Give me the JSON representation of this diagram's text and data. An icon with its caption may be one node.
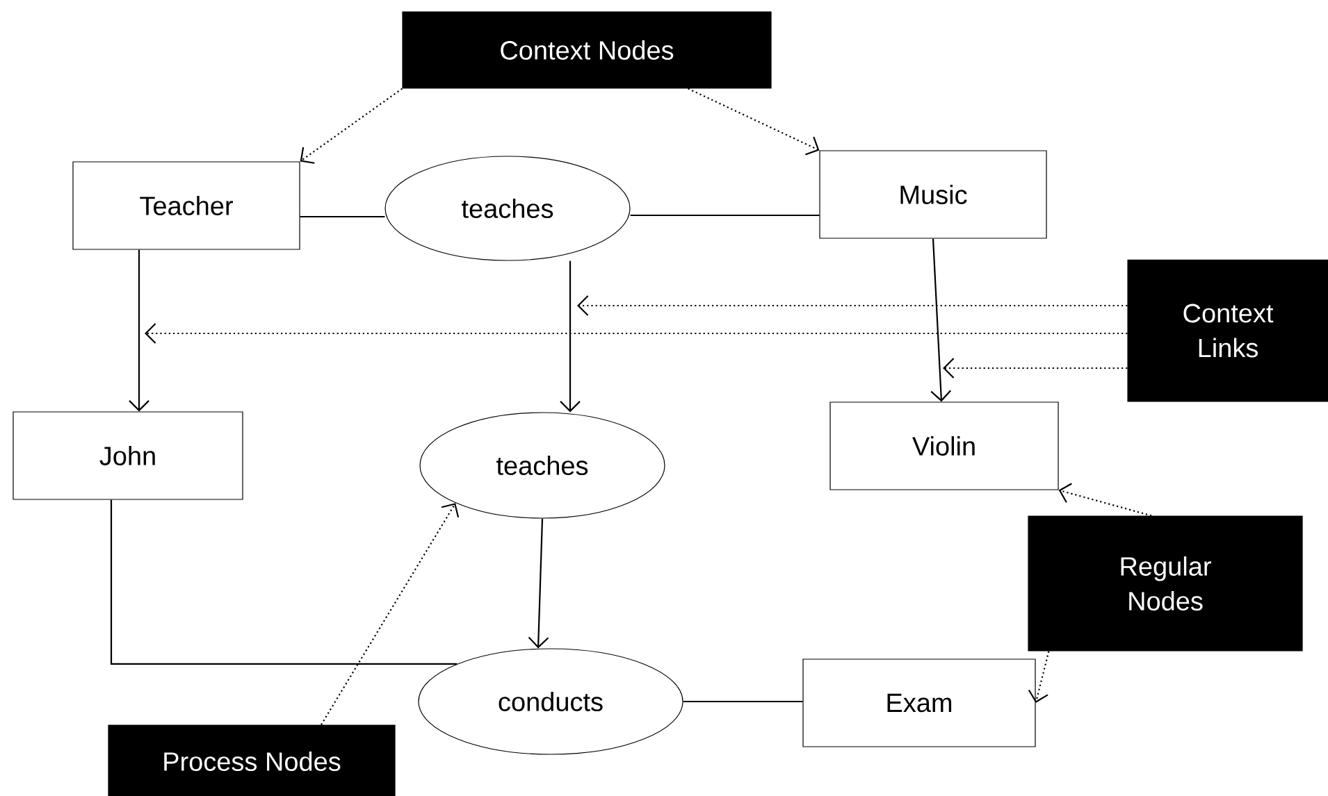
{
  "diagram": {
    "nodes": [
      {
        "text": [
          "Context Nodes"
        ]
      },
      {
        "text": [
          "Teacher"
        ]
      },
      {
        "text": [
          "teaches"
        ]
      },
      {
        "text": [
          "Music"
        ]
      },
      {
        "text": [
          "Context Links"
        ]
      },
      {
        "text": [
          "John"
        ]
      },
      {
        "text": [
          "teaches"
        ]
      },
      {
        "text": [
          "Violin"
        ]
      },
      {
        "text": [
          "Regular Nodes"
        ]
      },
      {
        "text": [
          "conducts"
        ]
      },
      {
        "text": [
          "Exam"
        ]
      },
      {
        "text": [
          "Process Nodes"
        ]
      }
    ],
    "edges": [
      {
        "from": 0,
        "to": 1,
        "arrow": "to",
        "style": "dashed"
      },
      {
        "from": 0,
        "to": 3,
        "arrow": "to",
        "style": "dashed"
      },
      {
        "from": 1,
        "to": 2,
        "arrow": "none"
      },
      {
        "from": 2,
        "to": 3,
        "arrow": "none"
      },
      {
        "from": 1,
        "to": 5,
        "arrow": "to"
      },
      {
        "from": 2,
        "to": 6,
        "arrow": "to"
      },
      {
        "from": 3,
        "to": 7,
        "arrow": "to"
      },
      {
        "from": 4,
        "to": null,
        "arrow": "to",
        "style": "dashed"
      },
      {
        "from": 4,
        "to": null,
        "arrow": "to",
        "style": "dashed"
      },
      {
        "from": 4,
        "to": null,
        "arrow": "to",
        "style": "dashed"
      },
      {
        "from": 6,
        "to": 9,
        "arrow": "to"
      },
      {
        "from": 5,
        "to": 9,
        "arrow": "none"
      },
      {
        "from": 9,
        "to": 10,
        "arrow": "none"
      },
      {
        "from": 11,
        "to": 6,
        "arrow": "to",
        "style": "dashed"
      },
      {
        "from": 8,
        "to": 7,
        "arrow": "to",
        "style": "dashed"
      },
      {
        "from": 8,
        "to": 10,
        "arrow": "to",
        "style": "dashed"
      }
    ]
  }
}
